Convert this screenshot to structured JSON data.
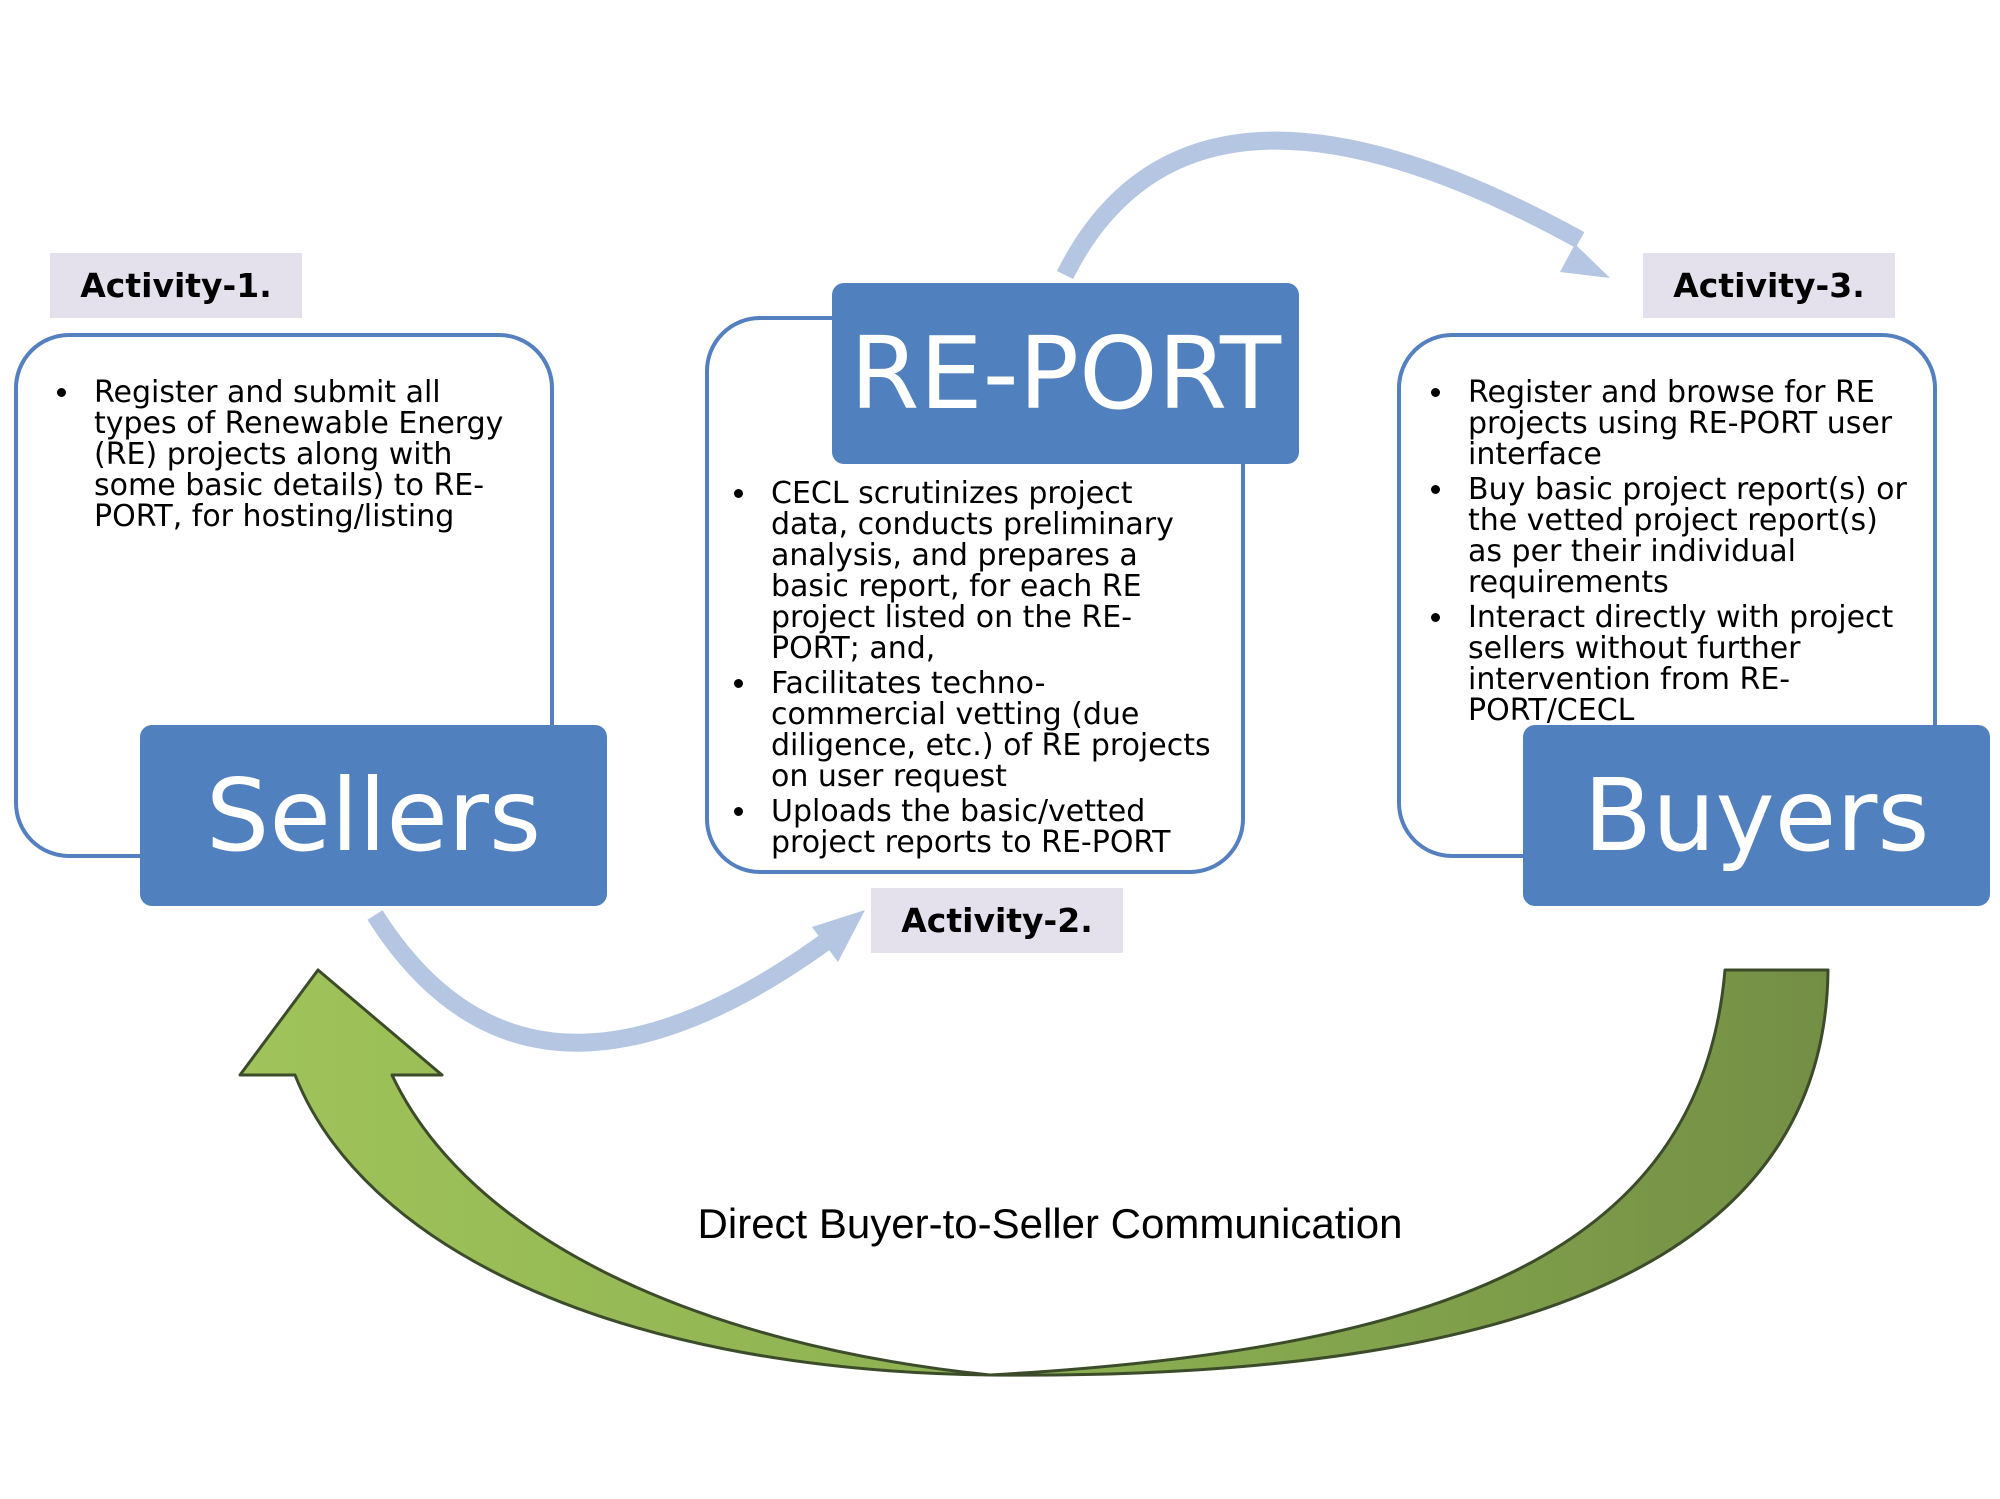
{
  "activity_labels": {
    "a1": "Activity-1.",
    "a2": "Activity-2.",
    "a3": "Activity-3."
  },
  "nodes": {
    "sellers": "Sellers",
    "report": "RE-PORT",
    "buyers": "Buyers"
  },
  "sellers_panel": {
    "items": [
      "Register and submit all types of Renewable Energy (RE) projects  along with some basic details) to RE-PORT, for hosting/listing"
    ]
  },
  "report_panel": {
    "items": [
      "CECL scrutinizes project data, conducts preliminary analysis, and prepares a basic report, for each RE project listed on the RE-PORT; and,",
      "Facilitates techno-commercial vetting (due diligence, etc.) of RE projects on user request",
      "Uploads the basic/vetted project reports to RE-PORT"
    ]
  },
  "buyers_panel": {
    "items": [
      "Register and browse for RE projects using RE-PORT user interface",
      "Buy basic project report(s) or the vetted project report(s) as per their individual requirements",
      "Interact directly with project sellers without further intervention from RE-PORT/CECL"
    ]
  },
  "caption": "Direct Buyer-to-Seller Communication",
  "colors": {
    "node_fill": "#5080be",
    "panel_border": "#5480c0",
    "activity_fill": "#e4e0ec",
    "flow_arrow": "#b4c6e1",
    "feedback_arrow_light": "#9dbf58",
    "feedback_arrow_dark": "#789848"
  }
}
